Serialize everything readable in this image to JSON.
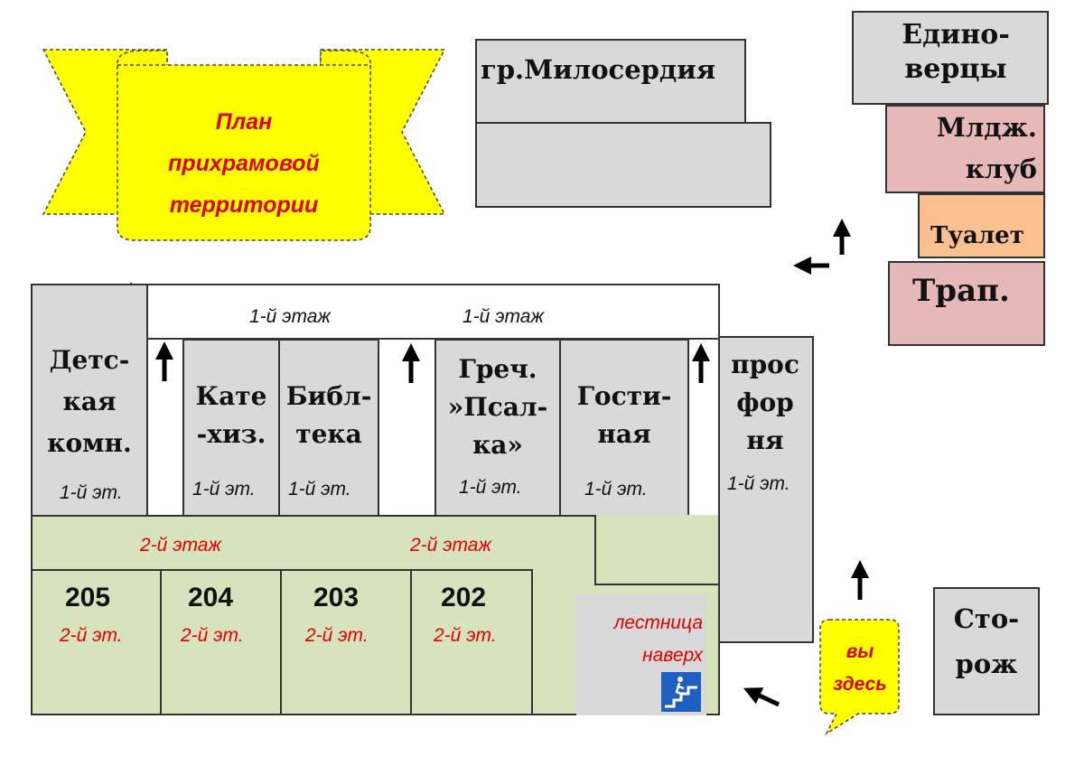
{
  "title": {
    "line1": "План",
    "line2": "прихрамовой",
    "line3": "территории"
  },
  "rooms": {
    "miloserdie": "гр.Милосердия",
    "edinovertsy": {
      "line1": "Едино-",
      "line2": "верцы"
    },
    "youth_club": {
      "line1": "Млдж.",
      "line2": "клуб"
    },
    "toilet": "Туалет",
    "trapeza": "Трап.",
    "kids": {
      "line1": "Детс-",
      "line2": "кая",
      "line3": "комн."
    },
    "catechism": {
      "line1": "Кате",
      "line2": "-хиз."
    },
    "library": {
      "line1": "Библ-",
      "line2": "тека"
    },
    "greek": {
      "line1": "Греч.",
      "line2": "»Псал-",
      "line3": "ка»"
    },
    "guest": {
      "line1": "Гости-",
      "line2": "ная"
    },
    "prosfora": {
      "line1": "прос",
      "line2": "фор",
      "line3": "ня"
    },
    "guard": {
      "line1": "Сто-",
      "line2": "рож"
    },
    "r205": "205",
    "r204": "204",
    "r203": "203",
    "r202": "202"
  },
  "labels": {
    "floor1": "1-й этаж",
    "floor1_short": "1-й эт.",
    "floor2": "2-й этаж",
    "floor2_short": "2-й эт."
  },
  "stairs": {
    "line1": "лестница",
    "line2": "наверх"
  },
  "you_are_here": {
    "line1": "вы",
    "line2": "здесь"
  },
  "colors": {
    "gray": "#d9d9d9",
    "green": "#d6e3bc",
    "pink": "#e6b8b7",
    "orange": "#fac090",
    "banner": "#ffff00",
    "red": "#e00000"
  }
}
